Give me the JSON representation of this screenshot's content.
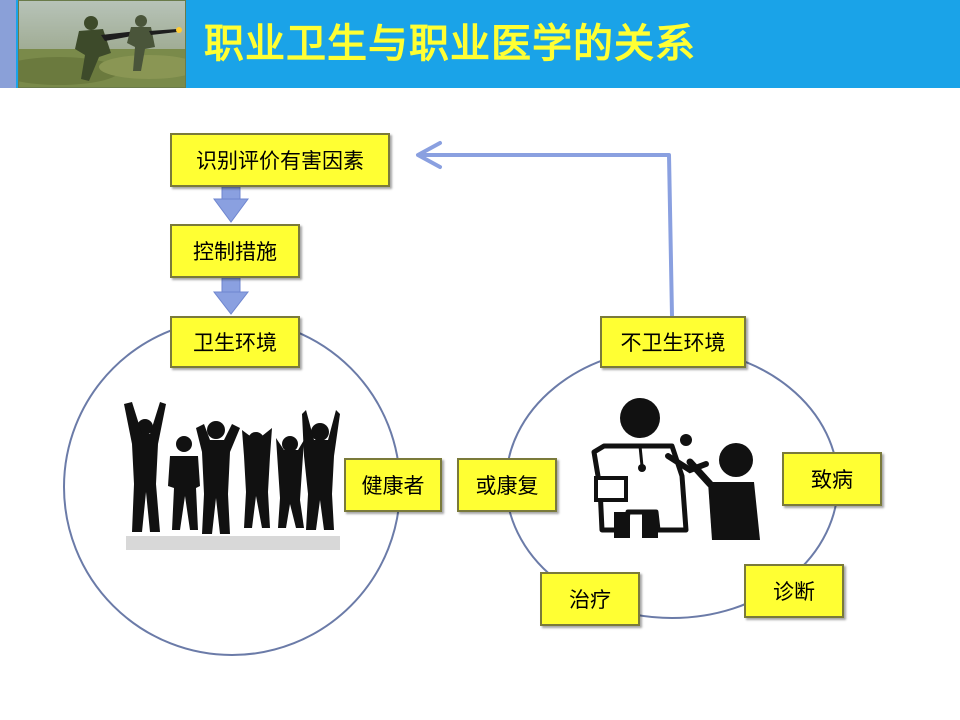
{
  "header": {
    "title": "职业卫生与职业医学的关系"
  },
  "diagram": {
    "nodes": {
      "identify": "识别评价有害因素",
      "control": "控制措施",
      "hygienic_env": "卫生环境",
      "unhygienic_env": "不卫生环境",
      "healthy": "健康者",
      "recovery": "或康复",
      "cause_disease": "致病",
      "diagnosis": "诊断",
      "treatment": "治疗"
    }
  },
  "colors": {
    "header_bg": "#1aa3e8",
    "title_text": "#ffff33",
    "box_fill": "#ffff33",
    "arrow": "#8aa0e0",
    "circle_stroke": "#6b7ba8"
  },
  "icons": {
    "header_photo": "soldiers-photo",
    "people": "cheering-crowd-silhouette-icon",
    "doctor": "doctor-examining-patient-icon"
  }
}
